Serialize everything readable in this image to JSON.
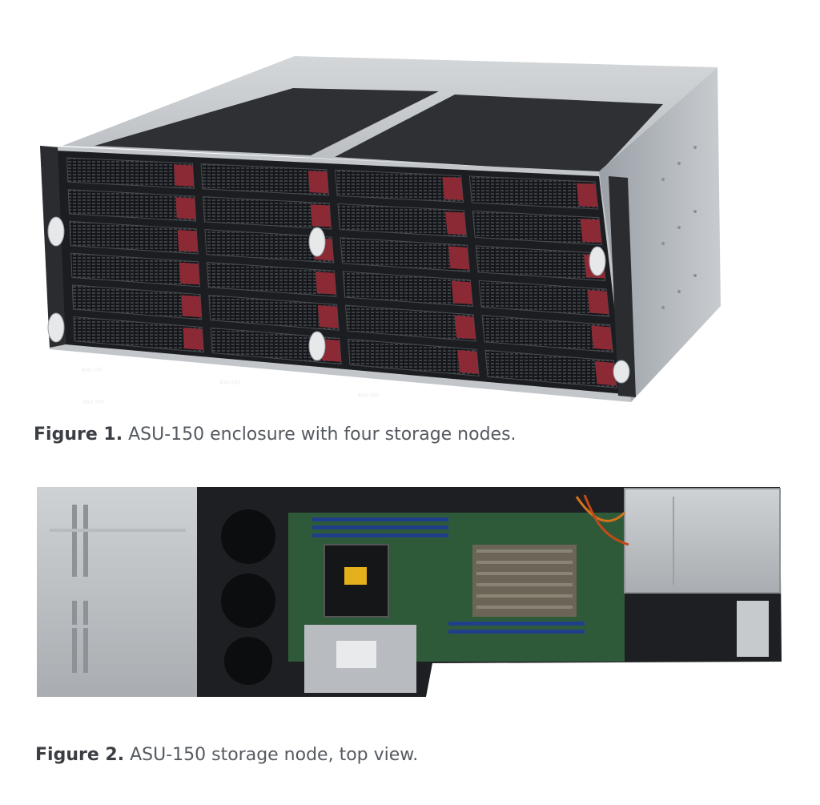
{
  "figures": [
    {
      "label": "Figure 1.",
      "caption": "ASU-150 enclosure with four storage nodes.",
      "drive_label": "ASU-100"
    },
    {
      "label": "Figure 2.",
      "caption": "ASU-150 storage node, top view."
    }
  ],
  "colors": {
    "drive_handle": "#8b2a35",
    "chassis_top": "#2e3033",
    "chassis_side": "#b5b9bd",
    "caption_text": "#555a60"
  }
}
